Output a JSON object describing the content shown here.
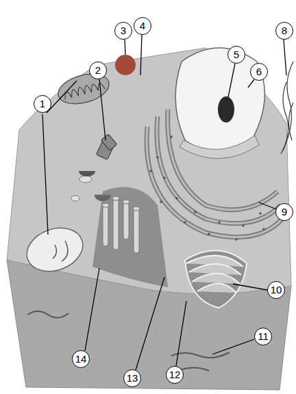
{
  "diagram": {
    "labels": [
      "1",
      "2",
      "3",
      "4",
      "5",
      "6",
      "8",
      "9",
      "10",
      "11",
      "12",
      "13",
      "14"
    ]
  }
}
